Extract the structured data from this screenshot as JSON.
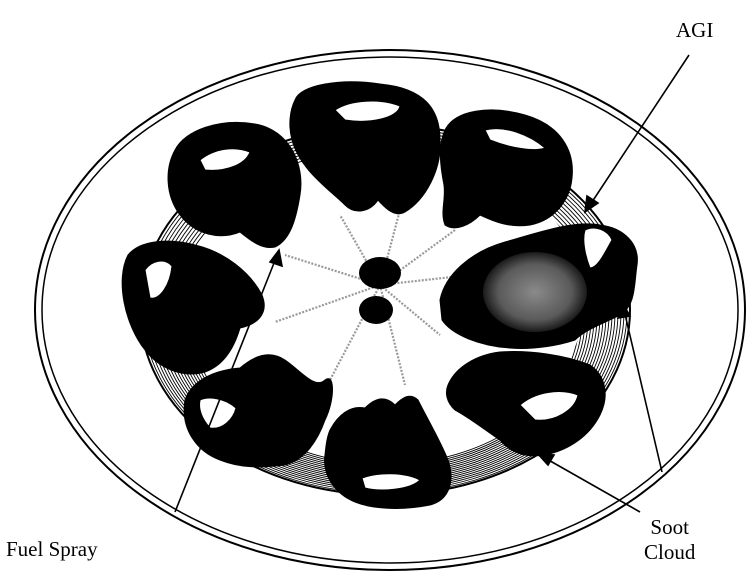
{
  "labels": {
    "agi": "AGI",
    "fuel_spray": "Fuel Spray",
    "soot_line1": "Soot",
    "soot_line2": "Cloud"
  },
  "colors": {
    "ink": "#000000",
    "background": "#ffffff",
    "spray": "#9a9a9a"
  },
  "plumes": {
    "count": 8
  }
}
